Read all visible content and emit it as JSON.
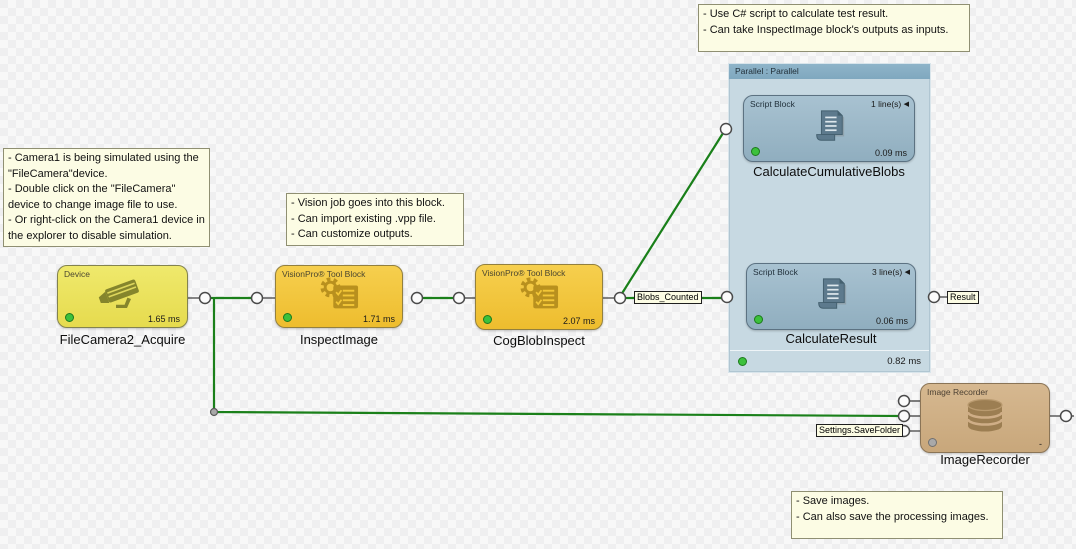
{
  "notes": {
    "camera": {
      "lines": [
        "- Camera1 is being simulated using the \"FileCamera\"device.",
        "- Double click on the \"FileCamera\" device to change image file to use.",
        "- Or right-click on the Camera1 device in the explorer to disable simulation."
      ]
    },
    "vision": {
      "lines": [
        "- Vision job goes into this block.",
        "- Can import existing .vpp file.",
        "- Can customize outputs."
      ]
    },
    "script": {
      "lines": [
        "- Use C# script to calculate test result.",
        "- Can take InspectImage block's outputs as inputs."
      ]
    },
    "save": {
      "lines": [
        "- Save images.",
        "- Can also save the processing images."
      ]
    }
  },
  "blocks": {
    "file_camera": {
      "header": "Device",
      "name": "FileCamera2_Acquire",
      "ms": "1.65 ms"
    },
    "inspect_image": {
      "header": "VisionPro® Tool Block",
      "name": "InspectImage",
      "ms": "1.71 ms"
    },
    "cog_blob_inspect": {
      "header": "VisionPro® Tool Block",
      "name": "CogBlobInspect",
      "ms": "2.07 ms"
    },
    "parallel": {
      "header": "Parallel : Parallel",
      "ms": "0.82 ms"
    },
    "calc_cumulative": {
      "header": "Script Block",
      "lines_badge": "1 line(s)",
      "name": "CalculateCumulativeBlobs",
      "ms": "0.09 ms"
    },
    "calc_result": {
      "header": "Script Block",
      "lines_badge": "3 line(s)",
      "name": "CalculateResult",
      "ms": "0.06 ms"
    },
    "image_recorder": {
      "header": "Image Recorder",
      "name": "ImageRecorder",
      "ms": "-"
    }
  },
  "tags": {
    "blobs_counted": "Blobs_Counted",
    "result": "Result",
    "save_folder": "Settings.SaveFolder"
  },
  "icons": {
    "collapse": "◀"
  },
  "colors": {
    "wire_green": "#1a801a",
    "device_yellow": "#ece35f",
    "tool_amber": "#f2c637",
    "script_blue": "#9dbac9",
    "parallel_body": "#c7d9e2",
    "recorder_tan": "#cfae87",
    "note_bg": "#fcfce4",
    "status_ok": "#3cc13c",
    "status_idle": "#a9a9a9"
  }
}
